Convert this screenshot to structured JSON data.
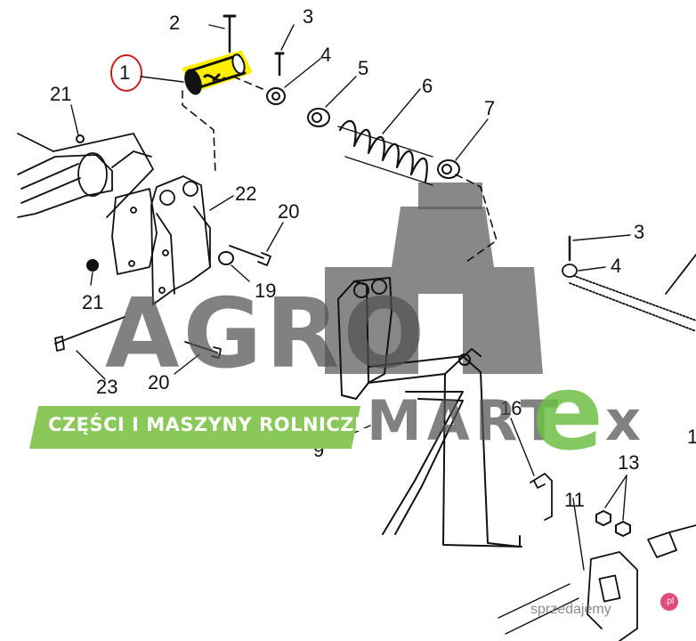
{
  "callouts": [
    "1",
    "2",
    "3",
    "4",
    "5",
    "6",
    "7",
    "21",
    "22",
    "20",
    "21",
    "19",
    "23",
    "20",
    "3",
    "4",
    "16",
    "9",
    "11",
    "13",
    "1"
  ],
  "watermark": {
    "brand_agro": "AGRO",
    "brand_mart": "MART",
    "brand_e": "e",
    "brand_x": "x",
    "tagline": "CZĘŚCI I MASZYNY ROLNICZE",
    "marketplace": "sprzedajemy",
    "marketplace_badge": ".pl"
  },
  "colors": {
    "highlight": "#ffee00",
    "callout_circle": "#cc1f1f",
    "banner_green": "#8bc85a",
    "watermark_gray": "#505050",
    "brand_green": "#6ebe46"
  },
  "highlighted_part": "1"
}
